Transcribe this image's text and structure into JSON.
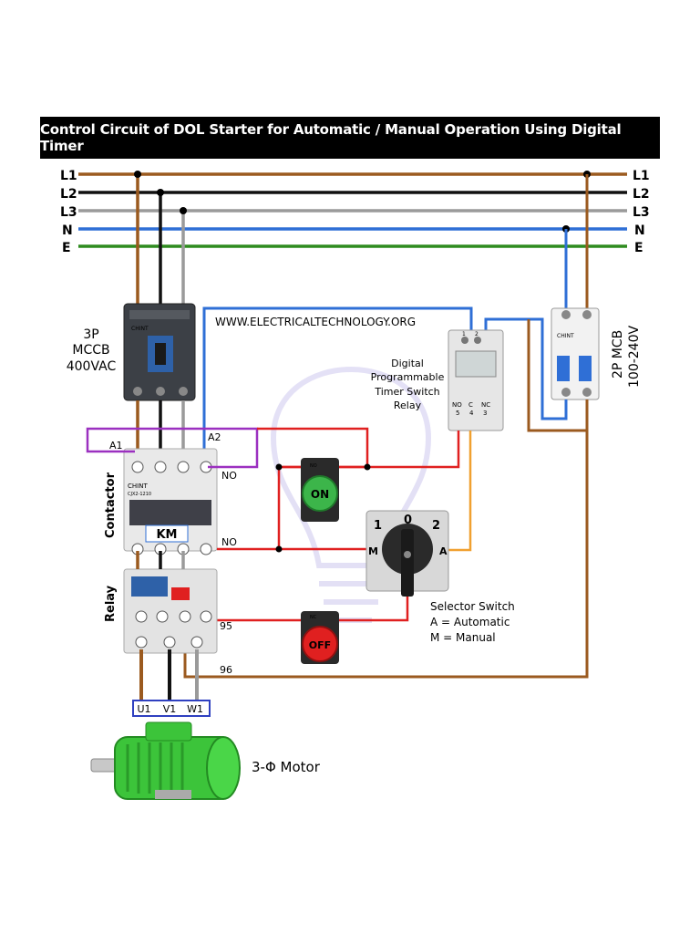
{
  "title": "Control Circuit of  DOL Starter for Automatic / Manual Operation Using Digital Timer",
  "lines": {
    "left": [
      "L1",
      "L2",
      "L3",
      "N",
      "E"
    ],
    "right": [
      "L1",
      "L2",
      "L3",
      "N",
      "E"
    ]
  },
  "mccb": {
    "line1": "3P",
    "line2": "MCCB",
    "line3": "400VAC",
    "brand": "CHINT"
  },
  "watermark": "WWW.ELECTRICALTECHNOLOGY.ORG",
  "timer": {
    "label": [
      "Digital",
      "Programmable",
      "Timer Switch",
      "Relay"
    ],
    "top_terminals": [
      "1",
      "2"
    ],
    "bottom_labels": [
      "NO",
      "C",
      "NC"
    ],
    "bottom_numbers": [
      "5",
      "4",
      "3"
    ]
  },
  "mcb2p": {
    "line1": "2P MCB",
    "line2": "100-240V",
    "brand": "CHINT"
  },
  "contactor": {
    "label": "Contactor",
    "coil_a1": "A1",
    "coil_a2": "A2",
    "aux_no_top": "NO",
    "aux_no_bottom": "NO",
    "km": "KM",
    "brand": "CHINT",
    "model": "CJX2-1210"
  },
  "relay": {
    "label": "Relay",
    "t95": "95",
    "t96": "96"
  },
  "buttons": {
    "on": {
      "label": "ON",
      "tag": "NO"
    },
    "off": {
      "label": "OFF",
      "tag": "NC"
    }
  },
  "selector": {
    "positions": [
      "1",
      "0",
      "2"
    ],
    "m": "M",
    "a": "A",
    "caption": [
      "Selector Switch",
      "A = Automatic",
      "M = Manual"
    ]
  },
  "motor": {
    "terminals": [
      "U1",
      "V1",
      "W1"
    ],
    "label": "3-Φ Motor"
  },
  "colors": {
    "l1": "#9b5a1f",
    "l2": "#111111",
    "l3": "#9a9a9a",
    "n": "#2f6fd6",
    "e": "#2e8b1f",
    "control": "#e02020",
    "timer_out": "#f0a030",
    "coil": "#9b30c0"
  }
}
